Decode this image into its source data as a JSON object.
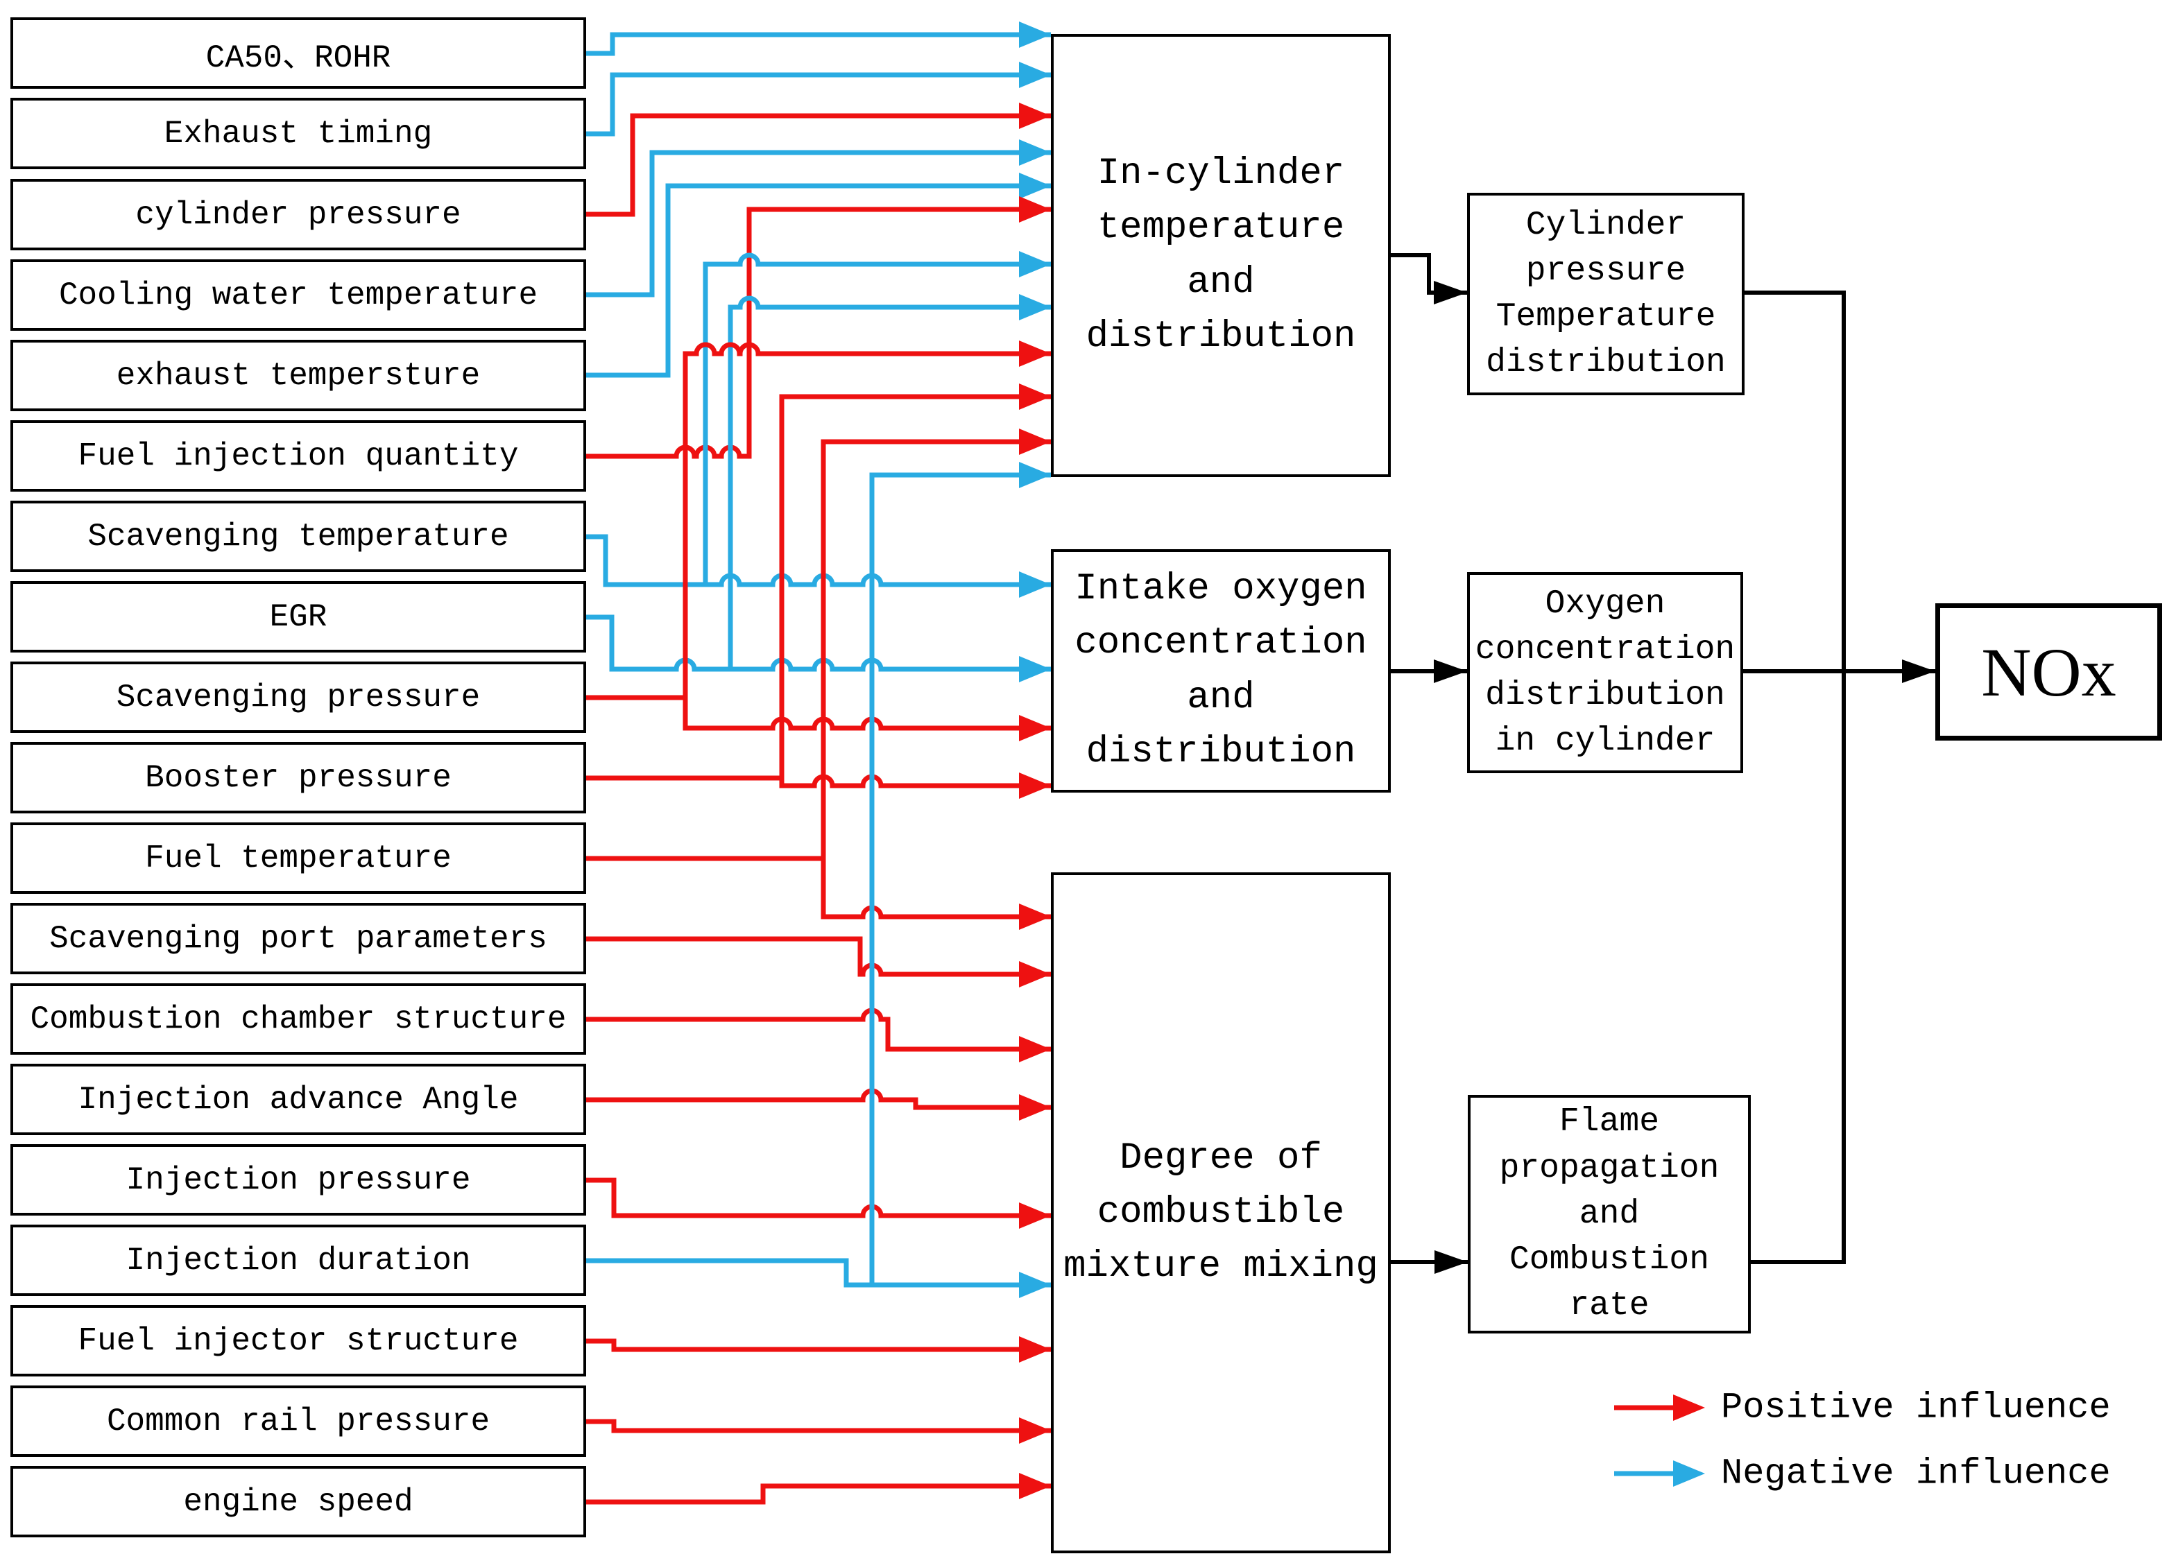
{
  "diagram": {
    "legend": {
      "positive_label": "Positive influence",
      "negative_label": "Negative influence"
    },
    "colors": {
      "positive": "#ee1111",
      "negative": "#29abe2",
      "neutral": "#000000"
    },
    "inputs": [
      {
        "id": "ca50_rohr",
        "label": "CA50、ROHR"
      },
      {
        "id": "exhaust_timing",
        "label": "Exhaust timing"
      },
      {
        "id": "cylinder_pressure",
        "label": "cylinder pressure"
      },
      {
        "id": "cooling_water_temperature",
        "label": "Cooling water temperature"
      },
      {
        "id": "exhaust_temperature",
        "label": "exhaust tempersture"
      },
      {
        "id": "fuel_injection_quantity",
        "label": "Fuel injection quantity"
      },
      {
        "id": "scavenging_temperature",
        "label": "Scavenging temperature"
      },
      {
        "id": "egr",
        "label": "EGR"
      },
      {
        "id": "scavenging_pressure",
        "label": "Scavenging pressure"
      },
      {
        "id": "booster_pressure",
        "label": "Booster pressure"
      },
      {
        "id": "fuel_temperature",
        "label": "Fuel temperature"
      },
      {
        "id": "scavenging_port_parameters",
        "label": "Scavenging port parameters"
      },
      {
        "id": "combustion_chamber_structure",
        "label": "Combustion chamber structure"
      },
      {
        "id": "injection_advance_angle",
        "label": "Injection advance Angle"
      },
      {
        "id": "injection_pressure",
        "label": "Injection pressure"
      },
      {
        "id": "injection_duration",
        "label": "Injection duration"
      },
      {
        "id": "fuel_injector_structure",
        "label": "Fuel injector structure"
      },
      {
        "id": "common_rail_pressure",
        "label": "Common rail pressure"
      },
      {
        "id": "engine_speed",
        "label": "engine speed"
      }
    ],
    "intermediate": [
      {
        "id": "in_cylinder",
        "label": "In-cylinder\ntemperature\nand\ndistribution"
      },
      {
        "id": "intake_oxygen",
        "label": "Intake oxygen\nconcentration\nand\ndistribution"
      },
      {
        "id": "mixture_mixing",
        "label": "Degree of\ncombustible\nmixture mixing"
      }
    ],
    "outcomes": [
      {
        "id": "cylinder_pressure_temperature_distribution",
        "label": "Cylinder\npressure\nTemperature\ndistribution"
      },
      {
        "id": "oxygen_concentration_distribution",
        "label": "Oxygen\nconcentration\ndistribution\nin cylinder"
      },
      {
        "id": "flame_propagation_combustion_rate",
        "label": "Flame\npropagation\nand\nCombustion\nrate"
      }
    ],
    "final": {
      "id": "nox",
      "label": "NOx"
    },
    "connections": [
      {
        "from": "ca50_rohr",
        "to": "in_cylinder",
        "influence": "negative"
      },
      {
        "from": "exhaust_timing",
        "to": "in_cylinder",
        "influence": "negative"
      },
      {
        "from": "cylinder_pressure",
        "to": "in_cylinder",
        "influence": "positive"
      },
      {
        "from": "cooling_water_temperature",
        "to": "in_cylinder",
        "influence": "negative"
      },
      {
        "from": "exhaust_temperature",
        "to": "in_cylinder",
        "influence": "negative"
      },
      {
        "from": "fuel_injection_quantity",
        "to": "in_cylinder",
        "influence": "positive"
      },
      {
        "from": "scavenging_temperature",
        "to": "in_cylinder",
        "influence": "negative"
      },
      {
        "from": "scavenging_temperature",
        "to": "intake_oxygen",
        "influence": "negative"
      },
      {
        "from": "egr",
        "to": "in_cylinder",
        "influence": "negative"
      },
      {
        "from": "egr",
        "to": "intake_oxygen",
        "influence": "negative"
      },
      {
        "from": "scavenging_pressure",
        "to": "in_cylinder",
        "influence": "positive"
      },
      {
        "from": "scavenging_pressure",
        "to": "intake_oxygen",
        "influence": "positive"
      },
      {
        "from": "booster_pressure",
        "to": "in_cylinder",
        "influence": "positive"
      },
      {
        "from": "booster_pressure",
        "to": "intake_oxygen",
        "influence": "positive"
      },
      {
        "from": "fuel_temperature",
        "to": "in_cylinder",
        "influence": "positive"
      },
      {
        "from": "fuel_temperature",
        "to": "mixture_mixing",
        "influence": "positive"
      },
      {
        "from": "scavenging_port_parameters",
        "to": "mixture_mixing",
        "influence": "positive"
      },
      {
        "from": "combustion_chamber_structure",
        "to": "mixture_mixing",
        "influence": "positive"
      },
      {
        "from": "injection_advance_angle",
        "to": "mixture_mixing",
        "influence": "positive"
      },
      {
        "from": "injection_pressure",
        "to": "mixture_mixing",
        "influence": "positive"
      },
      {
        "from": "injection_duration",
        "to": "in_cylinder",
        "influence": "negative"
      },
      {
        "from": "injection_duration",
        "to": "mixture_mixing",
        "influence": "negative"
      },
      {
        "from": "fuel_injector_structure",
        "to": "mixture_mixing",
        "influence": "positive"
      },
      {
        "from": "common_rail_pressure",
        "to": "mixture_mixing",
        "influence": "positive"
      },
      {
        "from": "engine_speed",
        "to": "mixture_mixing",
        "influence": "positive"
      },
      {
        "from": "in_cylinder",
        "to": "cylinder_pressure_temperature_distribution",
        "influence": "neutral"
      },
      {
        "from": "intake_oxygen",
        "to": "oxygen_concentration_distribution",
        "influence": "neutral"
      },
      {
        "from": "mixture_mixing",
        "to": "flame_propagation_combustion_rate",
        "influence": "neutral"
      },
      {
        "from": "cylinder_pressure_temperature_distribution",
        "to": "nox",
        "influence": "neutral"
      },
      {
        "from": "oxygen_concentration_distribution",
        "to": "nox",
        "influence": "neutral"
      },
      {
        "from": "flame_propagation_combustion_rate",
        "to": "nox",
        "influence": "neutral"
      }
    ]
  }
}
